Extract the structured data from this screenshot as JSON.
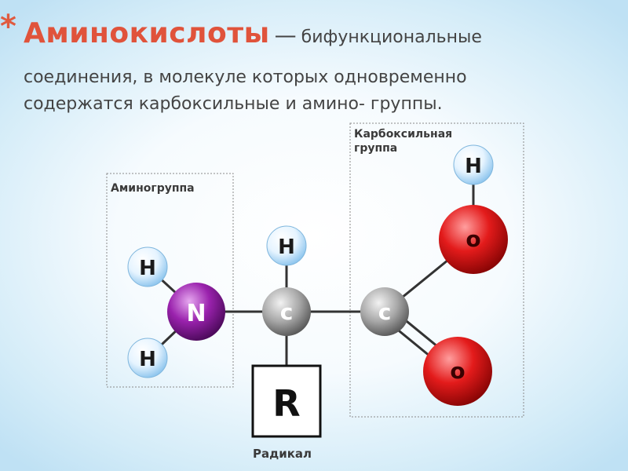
{
  "slide": {
    "bullet": "*",
    "term": "Аминокислоты",
    "dash": "—",
    "definition_line1": "бифункциональные",
    "definition_line2": "соединения, в молекуле которых одновременно",
    "definition_line3": "содержатся карбоксильные и амино- группы."
  },
  "diagram": {
    "amino_group_label": "Аминогруппа",
    "carboxyl_group_label_line1": "Карбоксильная",
    "carboxyl_group_label_line2": "группа",
    "radical_label": "Радикал",
    "radical_symbol": "R",
    "atoms": {
      "h_amino_top": "H",
      "h_amino_bottom": "H",
      "nitrogen": "N",
      "h_alpha": "H",
      "carbon_alpha": "c",
      "carbon_carboxyl": "c",
      "oxygen_hydroxyl": "o",
      "h_hydroxyl": "H",
      "oxygen_carbonyl": "o"
    },
    "colors": {
      "title": "#e0533b",
      "nitrogen": "#8a1a9a",
      "oxygen": "#e01818",
      "carbon": "#9a9a9a",
      "hydrogen": "#dff1ff"
    }
  }
}
